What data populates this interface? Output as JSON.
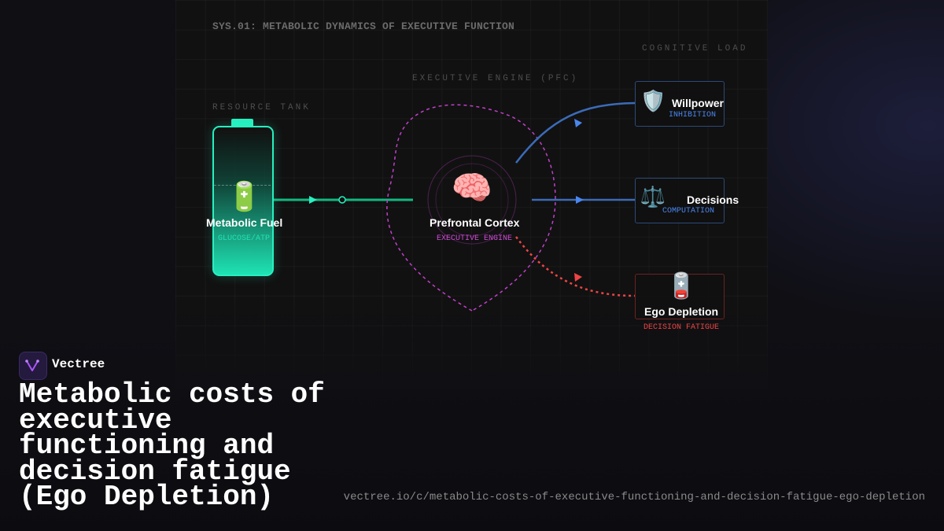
{
  "diagram": {
    "system_title": "SYS.01: METABOLIC DYNAMICS OF EXECUTIVE FUNCTION",
    "sections": {
      "resource": "RESOURCE TANK",
      "engine": "EXECUTIVE ENGINE (PFC)",
      "load": "COGNITIVE LOAD"
    },
    "fuel": {
      "icon": "battery-icon",
      "glyph": "🔋",
      "title": "Metabolic Fuel",
      "subtitle": "GLUCOSE/ATP"
    },
    "engine": {
      "icon": "brain-icon",
      "glyph": "🧠",
      "title": "Prefrontal Cortex",
      "subtitle": "EXECUTIVE ENGINE"
    },
    "outputs": [
      {
        "id": "willpower",
        "icon": "shield-icon",
        "glyph": "🛡️",
        "title": "Willpower",
        "subtitle": "INHIBITION"
      },
      {
        "id": "decisions",
        "icon": "scales-icon",
        "glyph": "⚖️",
        "title": "Decisions",
        "subtitle": "COMPUTATION"
      },
      {
        "id": "ego-depletion",
        "icon": "low-battery-icon",
        "glyph": "🪫",
        "title": "Ego Depletion",
        "subtitle": "DECISION FATIGUE"
      }
    ],
    "colors": {
      "fuel": "#27f0c0",
      "engine": "#c040c8",
      "output": "#3b82f6",
      "depletion": "#ef4444",
      "background": "#111111"
    }
  },
  "brand": {
    "name": "Vectree",
    "logo": "vectree-logo-icon"
  },
  "headline": "Metabolic costs of executive functioning and decision fatigue (Ego Depletion)",
  "url": "vectree.io/c/metabolic-costs-of-executive-functioning-and-decision-fatigue-ego-depletion"
}
